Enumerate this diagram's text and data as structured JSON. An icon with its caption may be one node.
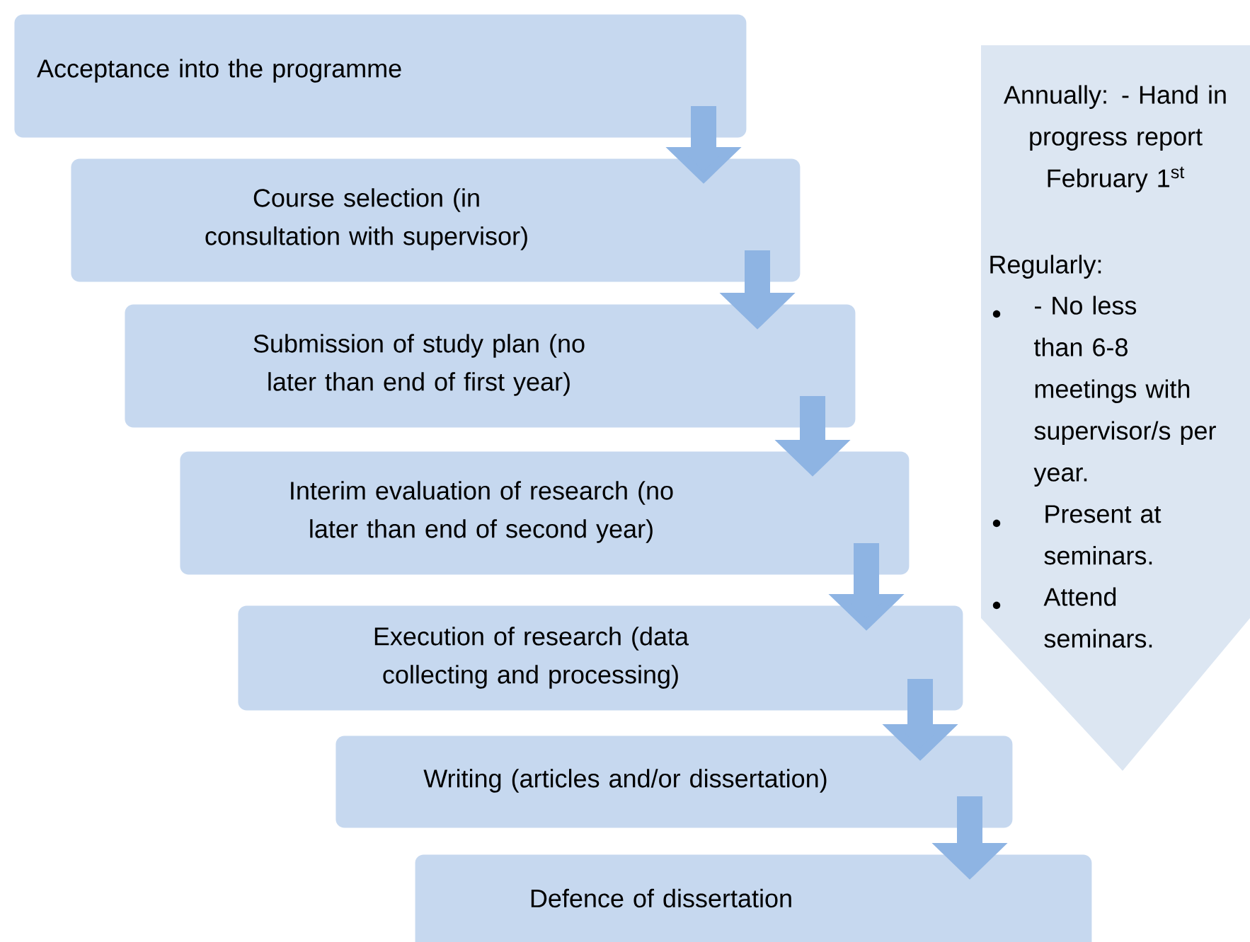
{
  "diagram": {
    "nodes": [
      {
        "text": [
          "Acceptance into the programme"
        ]
      },
      {
        "text": [
          "Course selection (in consultation with supervisor)"
        ]
      },
      {
        "text": [
          "Submission of study plan (no later than end of first year)"
        ]
      },
      {
        "text": [
          "Interim evaluation of research (no later than end of second year)"
        ]
      },
      {
        "text": [
          "Execution of research (data collecting and processing)"
        ]
      },
      {
        "text": [
          "Writing (articles and/or dissertation)"
        ]
      },
      {
        "text": [
          "Defence of dissertation"
        ]
      },
      {
        "text": [
          "Annually: - Hand in progress report February 1$^{st}$",
          "Regularly:",
          "- No less than 6-8 meetings with supervisor/s per year.",
          "Present at seminars.",
          "Attend seminars."
        ]
      }
    ],
    "edges": [
      {
        "from": 0,
        "to": 1,
        "arrow": "to"
      },
      {
        "from": 1,
        "to": 2,
        "arrow": "to"
      },
      {
        "from": 2,
        "to": 3,
        "arrow": "to"
      },
      {
        "from": 3,
        "to": 4,
        "arrow": "to"
      },
      {
        "from": 4,
        "to": 5,
        "arrow": "to"
      },
      {
        "from": 5,
        "to": 6,
        "arrow": "to"
      }
    ]
  }
}
